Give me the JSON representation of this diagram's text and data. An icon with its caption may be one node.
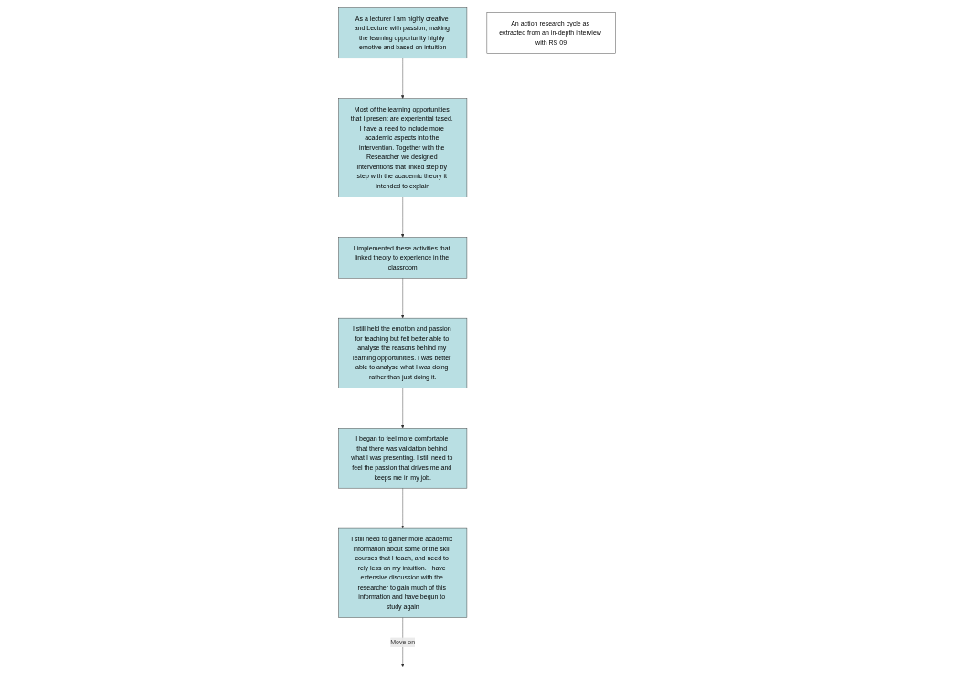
{
  "diagram": {
    "nodes": [
      {
        "text": [
          "I still need to gather more academic information about some of the skill courses that I teach, and need to rely less on my intuition. I have extensive discussion with the researcher to gain much of this information and have begun to study again"
        ]
      },
      {
        "text": [
          "As a lecturer I am highly creative and Lecture with passion, making the learning opportunity highly emotive and based on intuition"
        ]
      },
      {
        "text": [
          "Most of the learning opportunities that I present are experiential tased. I have a need to include more academic aspects into the intervention. Together with the Researcher we designed interventions that linked step by step with the academic theory it intended to explain"
        ]
      },
      {
        "text": [
          "An action research cycle as extracted from an in-depth interview with RS 09"
        ]
      },
      {
        "text": [
          "I began to feel more comfortable that there was validation behind what I was presenting. I still need to feel the passion that drives me and keeps me in my job."
        ]
      },
      {
        "text": [
          "I implemented these activities that linked theory to experience in the classroom"
        ]
      },
      {
        "text": [
          "I still held the emotion and passion for teaching but felt better able to analyse the reasons behind my learning opportunities. I was better able to analyse what I was doing rather than just doing it."
        ]
      }
    ],
    "edges": [
      {
        "from": 1,
        "to": 2,
        "arrow": "to"
      },
      {
        "from": 2,
        "to": 5,
        "arrow": "to"
      },
      {
        "from": 5,
        "to": 6,
        "arrow": "to"
      },
      {
        "from": 6,
        "to": 4,
        "arrow": "to"
      },
      {
        "from": 4,
        "to": 0,
        "arrow": "to"
      },
      {
        "from": 0,
        "to": null,
        "arrow": "to",
        "label": "Move on"
      }
    ]
  }
}
